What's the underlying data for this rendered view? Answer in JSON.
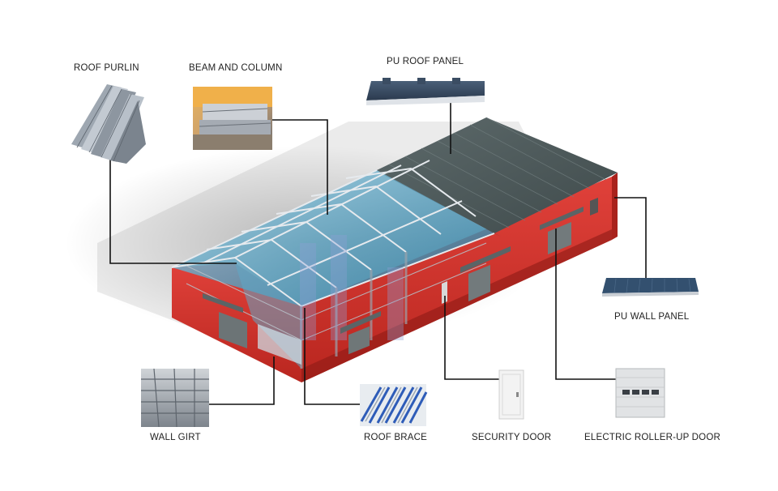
{
  "diagram": {
    "components": [
      {
        "key": "roof_purlin",
        "label": "ROOF PURLIN"
      },
      {
        "key": "beam_column",
        "label": "BEAM AND COLUMN"
      },
      {
        "key": "pu_roof_panel",
        "label": "PU ROOF PANEL"
      },
      {
        "key": "pu_wall_panel",
        "label": "PU WALL PANEL"
      },
      {
        "key": "wall_girt",
        "label": "WALL GIRT"
      },
      {
        "key": "roof_brace",
        "label": "ROOF BRACE"
      },
      {
        "key": "security_door",
        "label": "SECURITY DOOR"
      },
      {
        "key": "roller_door",
        "label": "ELECTRIC ROLLER-UP DOOR"
      }
    ],
    "colors": {
      "wall": "#d9332e",
      "roof": "#4f5b5c",
      "frame": "#c7ccd2",
      "glass": "#2b7fa6",
      "leader_line": "#111111"
    }
  }
}
